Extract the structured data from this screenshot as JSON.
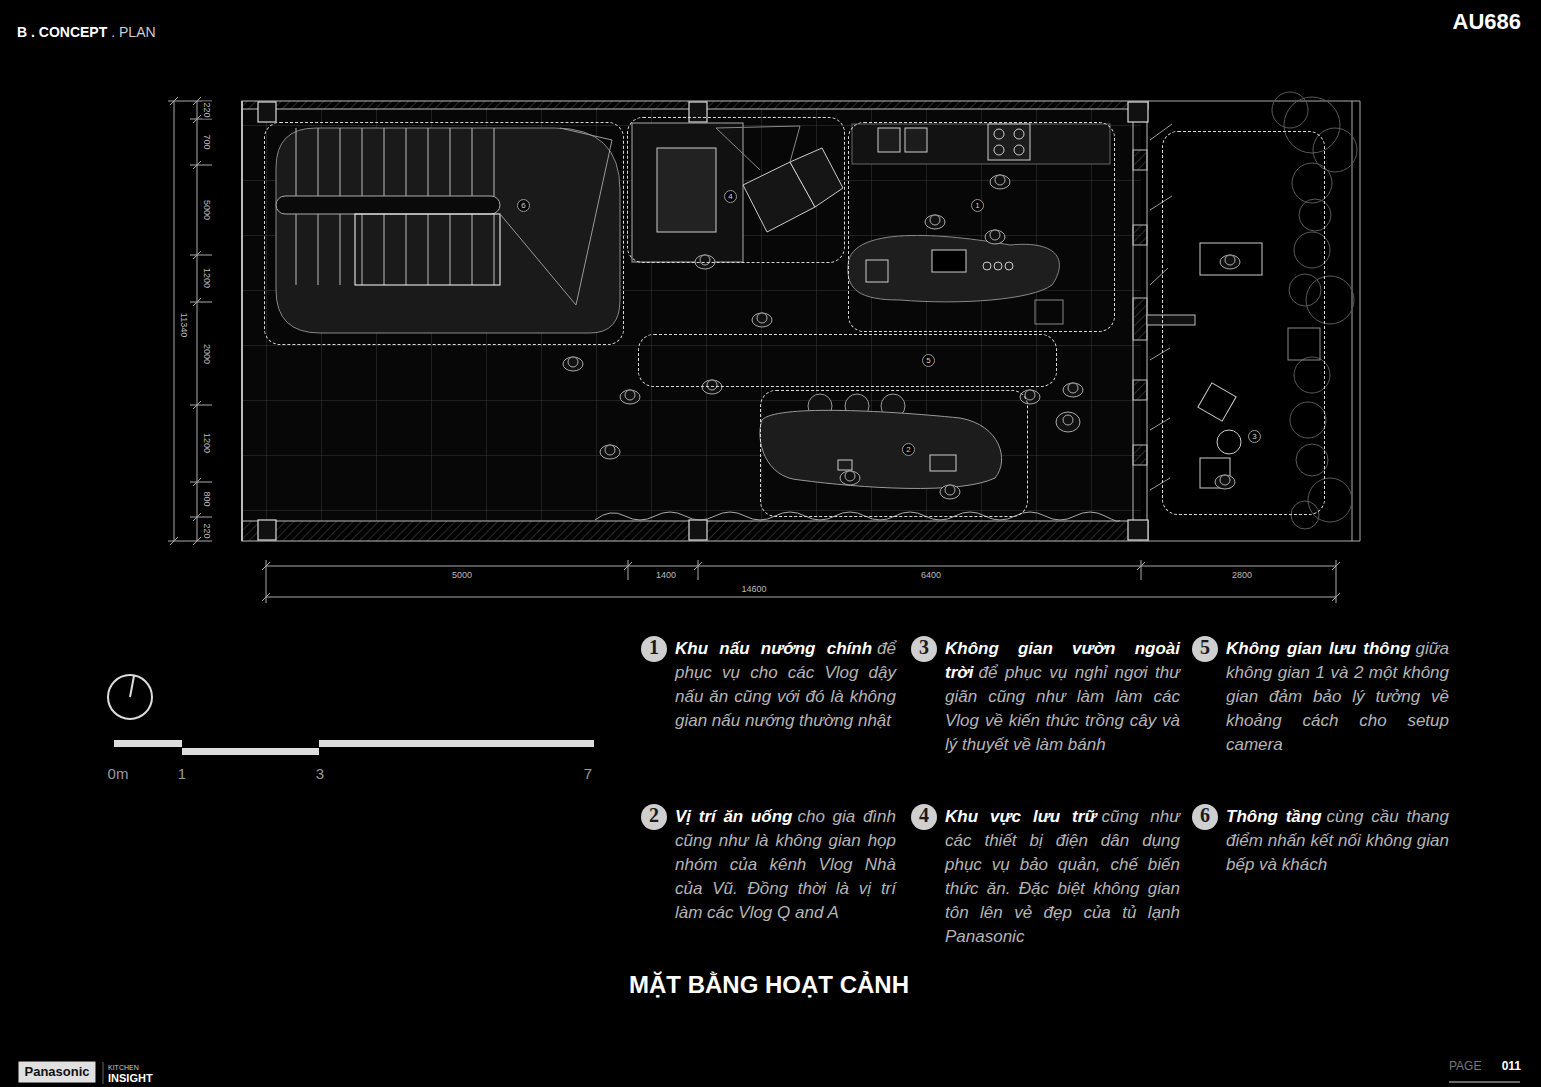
{
  "diagram": {
    "title": "MẶT BẰNG HOẠT CẢNH",
    "nodes": [
      {
        "text": [
          "6"
        ]
      },
      {
        "text": [
          "4"
        ]
      },
      {
        "text": [
          "1"
        ]
      },
      {
        "text": [
          "5"
        ]
      },
      {
        "text": [
          "2"
        ]
      },
      {
        "text": [
          "3"
        ]
      },
      {
        "text": [
          "1",
          "Khu nấu nướng chính",
          "để phục vụ cho các Vlog dậy nấu ăn cũng với đó là không gian nấu nướng thường nhật"
        ]
      },
      {
        "text": [
          "3",
          "Không gian vườn ngoài trời",
          "để phục vụ nghỉ ngơi thư giãn cũng như làm làm các Vlog về kiến thức trồng cây và lý thuyết về làm bánh"
        ]
      },
      {
        "text": [
          "5",
          "Không gian lưu thông",
          "giữa không gian 1 và 2 một không gian đảm bảo lý tưởng về khoảng cách cho setup camera"
        ]
      },
      {
        "text": [
          "2",
          "Vị trí ăn uống",
          "cho gia đình cũng như là không gian họp nhóm của kênh Vlog Nhà của Vũ. Đồng thời là vị trí làm các Vlog Q and A"
        ]
      },
      {
        "text": [
          "4",
          "Khu vực lưu trữ",
          "cũng như các thiết bị điện dân dụng phục vụ bảo quản, chế biến thức ăn. Đặc biệt không gian tôn lên vẻ đẹp của tủ lạnh Panasonic"
        ]
      },
      {
        "text": [
          "6",
          "Thông tầng",
          "cùng cầu thang điểm nhấn kết nối không gian bếp và khách"
        ]
      }
    ],
    "labels": [
      "B . CONCEPT",
      ". PLAN",
      "AU686",
      "220",
      "700",
      "5000",
      "1200",
      "2000",
      "1200",
      "800",
      "220",
      "11340",
      "5000",
      "1400",
      "6400",
      "2800",
      "14600",
      "0m",
      "1",
      "3",
      "7",
      "Panasonic",
      "KITCHEN",
      "INSIGHT",
      "PAGE",
      "011"
    ]
  }
}
